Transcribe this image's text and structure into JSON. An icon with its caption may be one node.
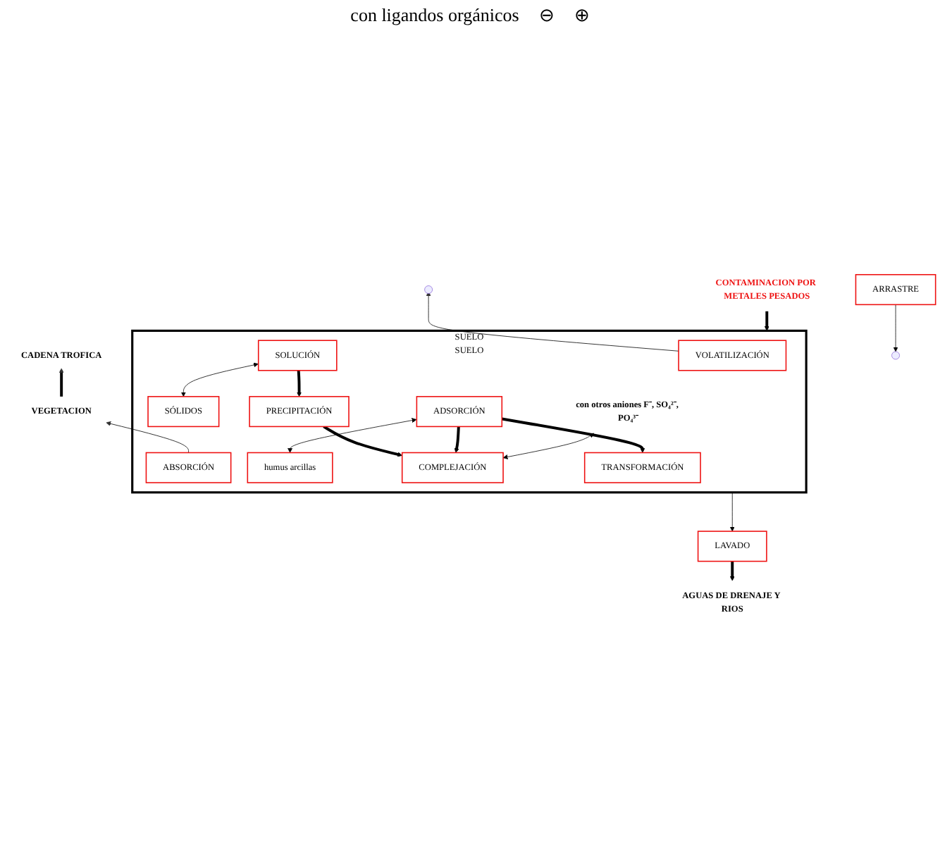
{
  "diagram": {
    "nodes": [
      {
        "text": [
          "CONTAMINACION POR METALES PESADOS"
        ]
      },
      {
        "text": [
          "SUELO"
        ],
        "beside": [
          "SUELO"
        ]
      },
      {
        "text": [
          "VOLATILIZACIÓN"
        ],
        "in": 1
      },
      {
        "text": [
          "ABSORCIÓN"
        ],
        "in": 1
      },
      {
        "text": [
          "SOLUCIÓN"
        ],
        "in": 1
      },
      {
        "text": [
          "SÓLIDOS"
        ],
        "in": 1
      },
      {
        "text": [
          "PRECIPITACIÓN"
        ],
        "in": 1
      },
      {
        "text": [
          "ADSORCIÓN"
        ],
        "in": 1
      },
      {
        "text": [
          "humus arcillas"
        ],
        "in": 1
      },
      {
        "text": [
          "con otros aniones F⁻, SO₄²⁻, PO₄³⁻"
        ],
        "in": 1
      },
      {
        "text": [
          "COMPLEJACIÓN"
        ],
        "in": 1
      },
      {
        "text": [
          "TRANSFORMACIÓN"
        ],
        "in": 1
      },
      {
        "text": [
          "VEGETACION"
        ]
      },
      {
        "text": [
          "CADENA TROFICA"
        ]
      },
      {
        "text": [
          "ARRASTRE"
        ]
      },
      {
        "text": [
          "LAVADO"
        ]
      },
      {
        "text": [
          "AGUAS DE DRENAJE Y RIOS"
        ]
      }
    ],
    "edges": [
      {
        "from": 0,
        "to": 1,
        "arrow": "to",
        "style": "thick"
      },
      {
        "from": 2,
        "to": null,
        "arrow": "to"
      },
      {
        "from": 3,
        "to": 12,
        "arrow": "to"
      },
      {
        "from": 12,
        "to": 13,
        "arrow": "to",
        "style": "thick"
      },
      {
        "from": 14,
        "to": null,
        "arrow": "to"
      },
      {
        "from": 4,
        "to": 5,
        "arrow": "both"
      },
      {
        "from": 4,
        "to": 6,
        "arrow": "to",
        "style": "thick"
      },
      {
        "from": 6,
        "to": 10,
        "arrow": "to",
        "style": "thick"
      },
      {
        "from": 7,
        "to": 10,
        "arrow": "to",
        "style": "thick"
      },
      {
        "from": 7,
        "to": 8,
        "arrow": "both"
      },
      {
        "from": 7,
        "to": 11,
        "arrow": "to",
        "style": "thick"
      },
      {
        "from": 9,
        "to": 10,
        "arrow": "both"
      },
      {
        "from": 1,
        "to": 15,
        "arrow": "to"
      },
      {
        "from": 15,
        "to": 16,
        "arrow": "to",
        "style": "thick"
      }
    ],
    "labels": [
      "con ligandos orgánicos",
      "⊖",
      "⊕"
    ]
  }
}
